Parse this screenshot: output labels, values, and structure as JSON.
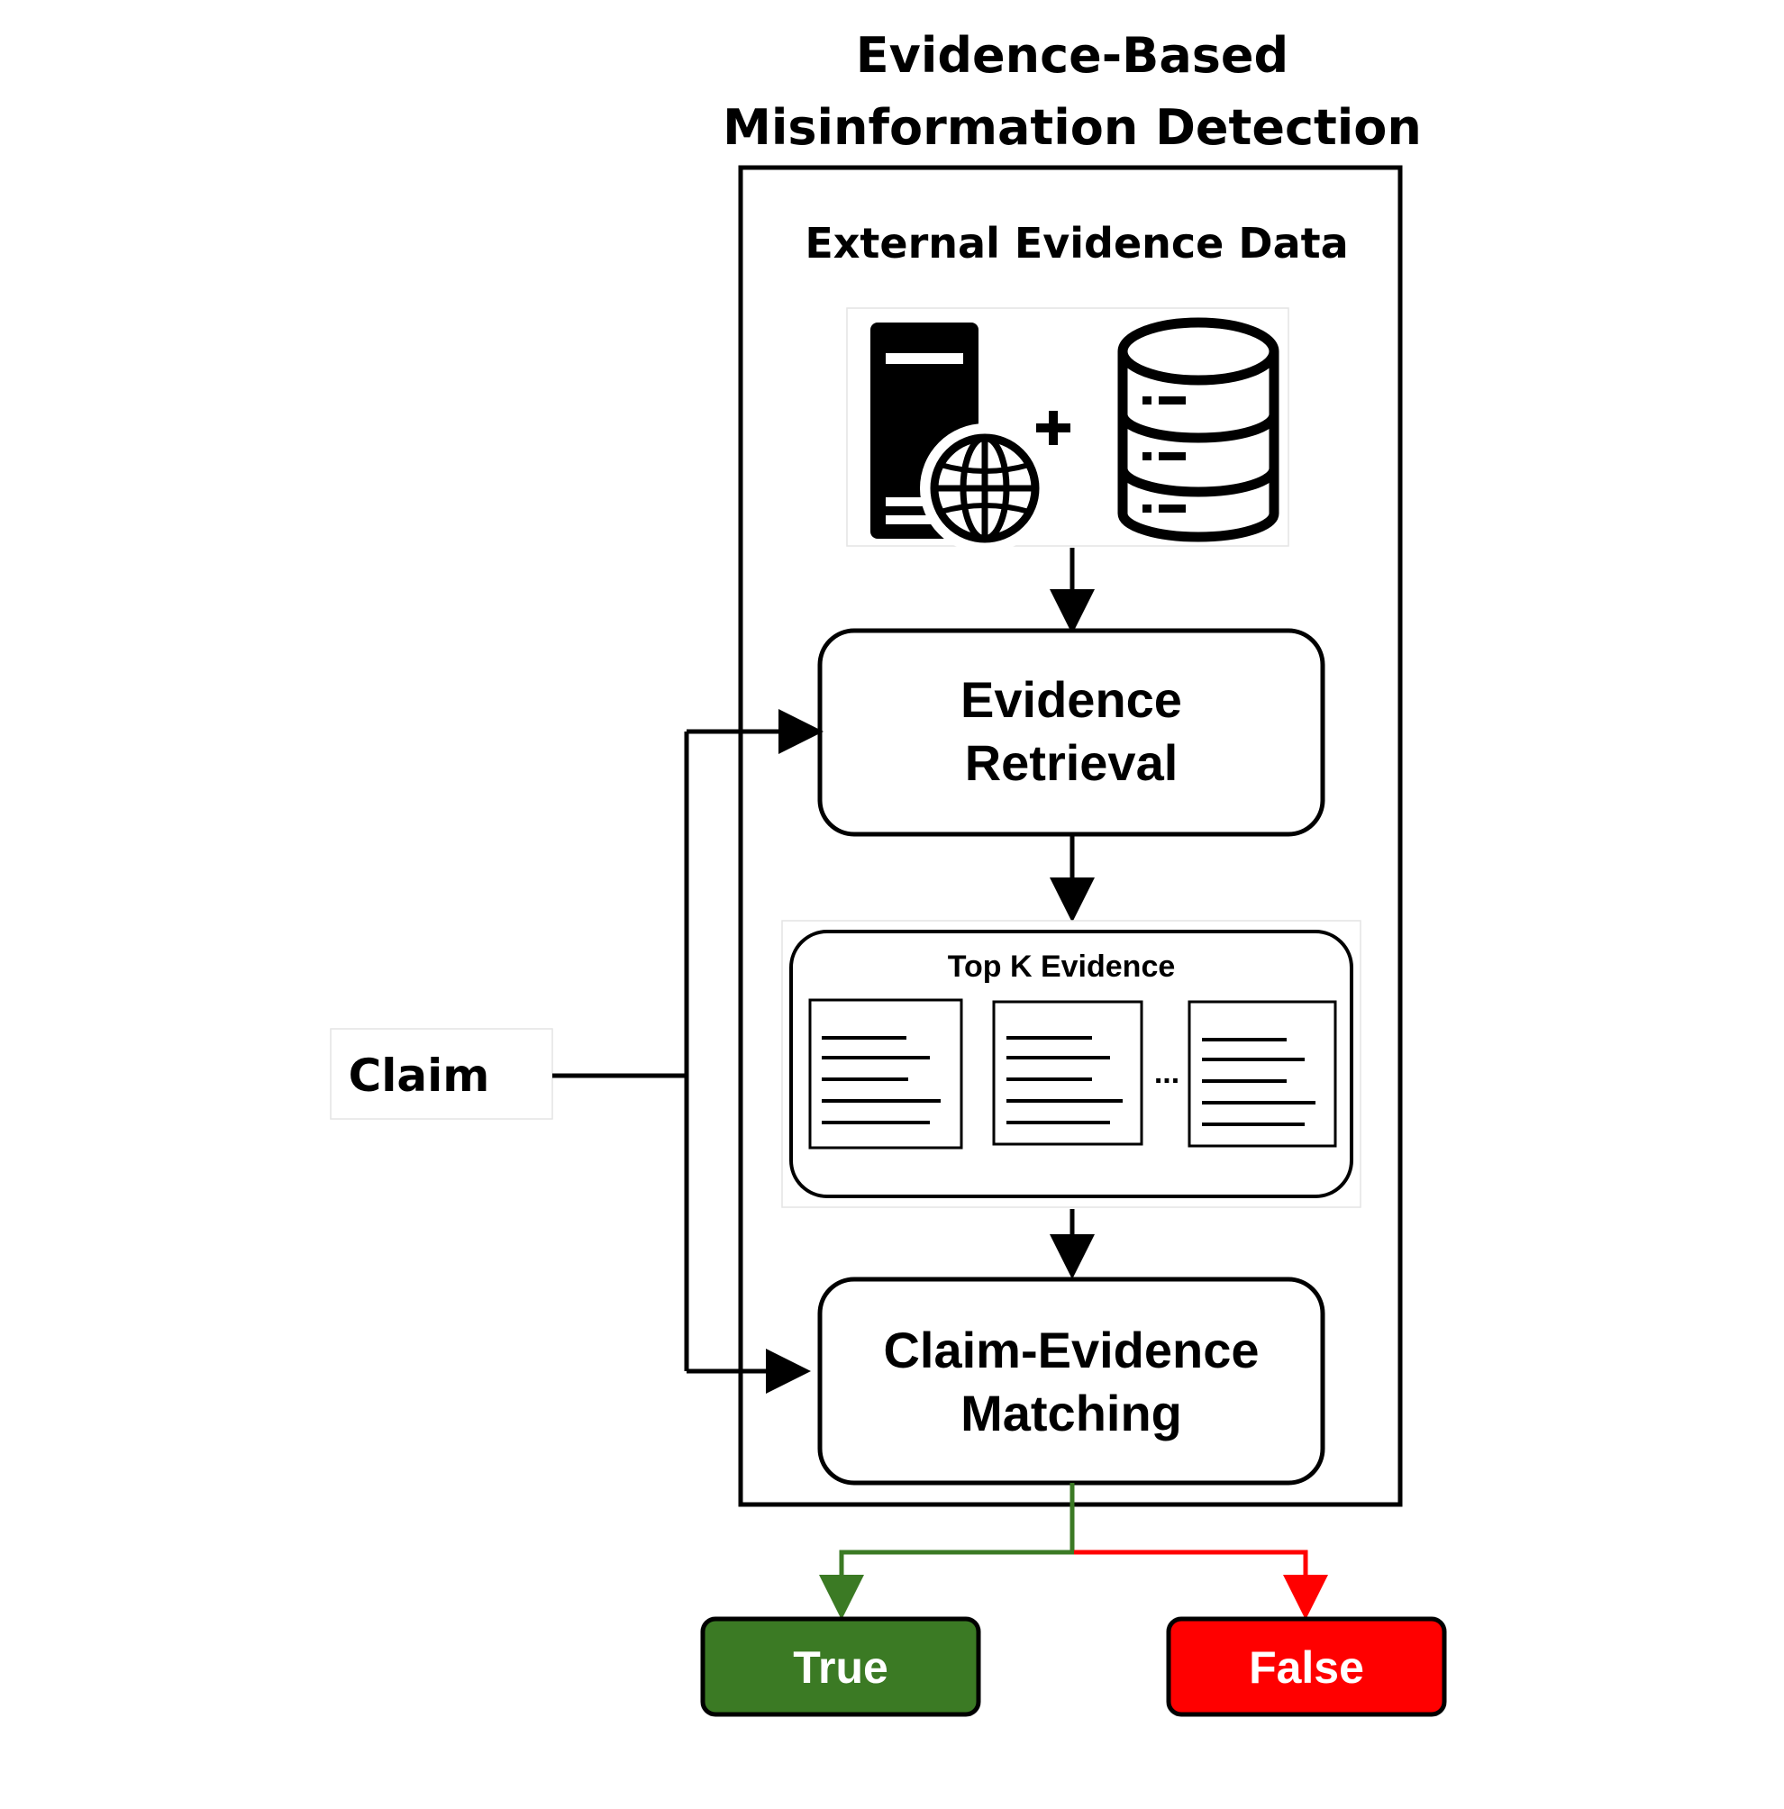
{
  "title": {
    "line1": "Evidence-Based",
    "line2": "Misinformation Detection"
  },
  "external_evidence": {
    "label": "External Evidence Data",
    "icons": [
      "server-globe-icon",
      "plus-icon",
      "database-icon"
    ]
  },
  "evidence_retrieval": {
    "line1": "Evidence",
    "line2": "Retrieval"
  },
  "top_k": {
    "label": "Top K Evidence",
    "ellipsis": "...",
    "documents": [
      "document-icon",
      "document-icon",
      "document-icon"
    ]
  },
  "claim_evidence_matching": {
    "line1": "Claim-Evidence",
    "line2": "Matching"
  },
  "claim": {
    "label": "Claim"
  },
  "outputs": {
    "true_label": "True",
    "false_label": "False"
  },
  "colors": {
    "true": "#3b7a24",
    "false": "#ff0000",
    "line": "#000000"
  }
}
